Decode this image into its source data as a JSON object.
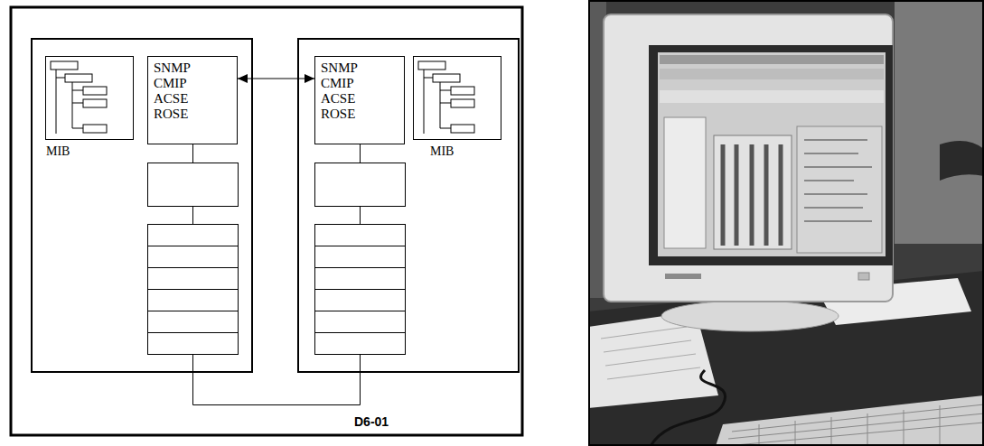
{
  "diagram": {
    "nodes": [
      {
        "text": []
      },
      {
        "text": [
          "MIB"
        ],
        "in": 0
      },
      {
        "text": [
          "SNMP CMIP ACSE ROSE"
        ],
        "in": 0
      },
      {
        "text": []
      },
      {
        "text": [
          "SNMP CMIP ACSE ROSE"
        ],
        "in": 3
      },
      {
        "text": [
          "MIB"
        ],
        "in": 3
      }
    ],
    "edges": [
      {
        "from": 2,
        "to": 4,
        "arrow": "both"
      },
      {
        "from": 0,
        "to": 3,
        "arrow": "none"
      }
    ],
    "labels": [
      "D6-01"
    ]
  }
}
